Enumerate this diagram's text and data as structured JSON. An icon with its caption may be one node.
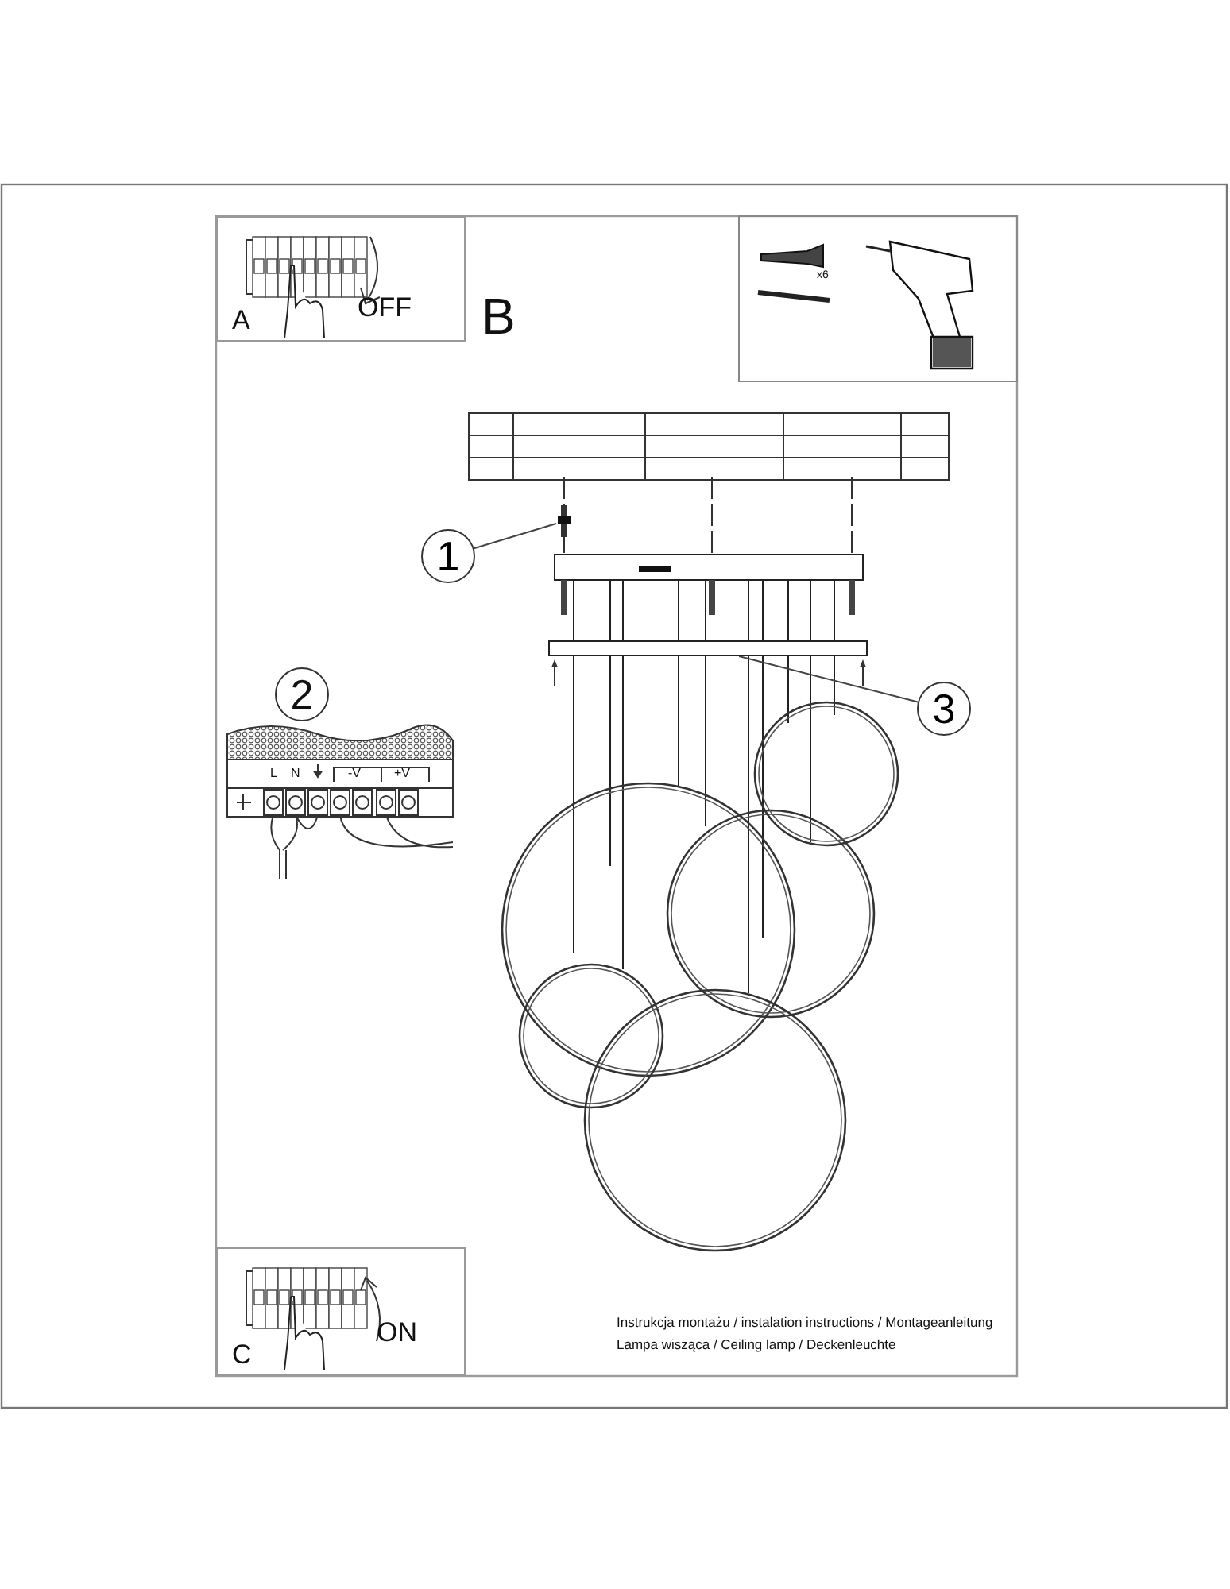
{
  "diagram": {
    "nodes": [
      {
        "text": [
          "A",
          "OFF"
        ]
      },
      {
        "text": [
          "C",
          "ON"
        ]
      },
      {
        "text": [
          "1"
        ]
      },
      {
        "text": [],
        "shape": "box"
      },
      {
        "text": [
          "3"
        ]
      },
      {
        "text": [],
        "shape": "bar"
      }
    ],
    "edges": [
      {
        "from": 2,
        "to": 3,
        "arrow": "none"
      },
      {
        "from": 4,
        "to": 5,
        "arrow": "none"
      }
    ],
    "labels": [
      "B",
      "x6",
      "2",
      "L",
      "N",
      "-V",
      "+V",
      "Instrukcja montażu / instalation instructions / Montageanleitung",
      "Lampa wisząca / Ceiling lamp / Deckenleuchte"
    ]
  }
}
